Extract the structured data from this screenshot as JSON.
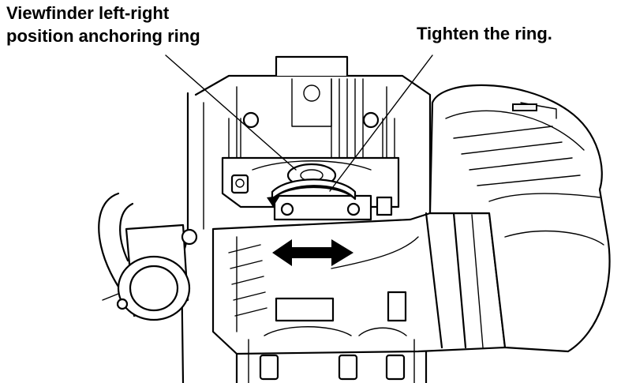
{
  "labels": {
    "anchoring_ring_line1": "Viewfinder left-right",
    "anchoring_ring_line2": "position anchoring ring",
    "tighten_instruction": "Tighten the ring."
  },
  "icons": {
    "direction_arrow": "double-headed-arrow-icon",
    "rotation_arrow": "curved-rotation-arrow-icon"
  },
  "colors": {
    "ink": "#000000",
    "paper": "#ffffff"
  }
}
